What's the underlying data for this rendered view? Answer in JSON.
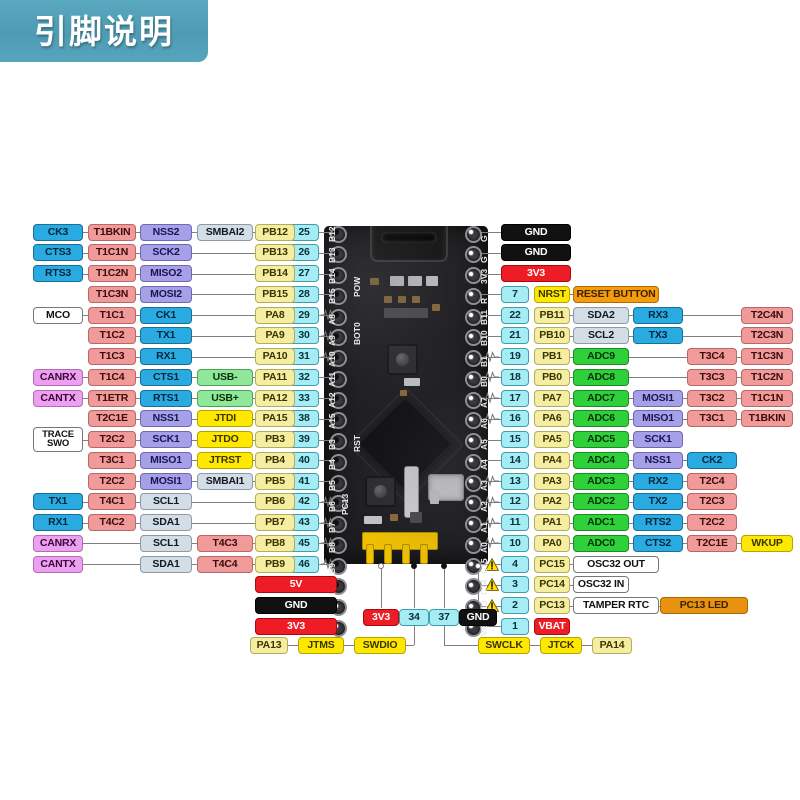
{
  "banner": {
    "title": "引脚说明"
  },
  "board": {
    "silk_left": [
      "B12",
      "B13",
      "B14",
      "B15",
      "A8",
      "A9",
      "A10",
      "A11",
      "A12",
      "A15",
      "B3",
      "B4",
      "B5",
      "B6",
      "B7",
      "B8",
      "B9",
      "5V",
      "G",
      "3V3"
    ],
    "silk_right": [
      "G",
      "G",
      "3V3",
      "R",
      "B11",
      "B10",
      "B1",
      "B0",
      "A7",
      "A6",
      "A5",
      "A4",
      "A3",
      "A2",
      "A1",
      "A0",
      "C15",
      "C14",
      "C13",
      "VB"
    ],
    "silk_marks": [
      "POW",
      "BOT0",
      "RST",
      "PC13"
    ]
  },
  "left_rows": [
    {
      "pin": "25",
      "name": "PB12",
      "c4": "SMBAI2",
      "c4c": "c-gray",
      "c3": "NSS2",
      "c3c": "c-purple",
      "c2": "T1BKIN",
      "c1": "CK3",
      "c1c": "c-cyanD",
      "wave": false
    },
    {
      "pin": "26",
      "name": "PB13",
      "c4": "",
      "c4c": "",
      "c3": "SCK2",
      "c3c": "c-purple",
      "c2": "T1C1N",
      "c1": "CTS3",
      "c1c": "c-cyanD",
      "wave": false
    },
    {
      "pin": "27",
      "name": "PB14",
      "c4": "",
      "c4c": "",
      "c3": "MISO2",
      "c3c": "c-purple",
      "c2": "T1C2N",
      "c1": "RTS3",
      "c1c": "c-cyanD",
      "wave": false
    },
    {
      "pin": "28",
      "name": "PB15",
      "c4": "",
      "c4c": "",
      "c3": "MOSI2",
      "c3c": "c-purple",
      "c2": "T1C3N",
      "c1": "",
      "c1c": "",
      "wave": false
    },
    {
      "pin": "29",
      "name": "PA8",
      "c4": "",
      "c4c": "",
      "c3": "CK1",
      "c3c": "c-cyanD",
      "c2": "T1C1",
      "c1": "MCO",
      "c1c": "c-white",
      "wave": true
    },
    {
      "pin": "30",
      "name": "PA9",
      "c4": "",
      "c4c": "",
      "c3": "TX1",
      "c3c": "c-cyanD",
      "c2": "T1C2",
      "c1": "",
      "c1c": "",
      "wave": true
    },
    {
      "pin": "31",
      "name": "PA10",
      "c4": "",
      "c4c": "",
      "c3": "RX1",
      "c3c": "c-cyanD",
      "c2": "T1C3",
      "c1": "",
      "c1c": "",
      "wave": true
    },
    {
      "pin": "32",
      "name": "PA11",
      "c4": "USB-",
      "c4c": "c-greenL",
      "c3": "CTS1",
      "c3c": "c-cyanD",
      "c2": "T1C4",
      "c1": "CANRX",
      "c1c": "c-pink",
      "wave": false
    },
    {
      "pin": "33",
      "name": "PA12",
      "c4": "USB+",
      "c4c": "c-greenL",
      "c3": "RTS1",
      "c3c": "c-cyanD",
      "c2": "T1ETR",
      "c1": "CANTX",
      "c1c": "c-pink",
      "wave": false
    },
    {
      "pin": "38",
      "name": "PA15",
      "c4": "JTDI",
      "c4c": "c-yellowB",
      "c3": "NSS1",
      "c3c": "c-purple",
      "c2": "T2C1E",
      "c1": "",
      "c1c": "",
      "wave": false
    },
    {
      "pin": "39",
      "name": "PB3",
      "c4": "JTDO",
      "c4c": "c-yellowB",
      "c3": "SCK1",
      "c3c": "c-purple",
      "c2": "T2C2",
      "c1": "TRACE SWO",
      "c1c": "c-white",
      "wave": false
    },
    {
      "pin": "40",
      "name": "PB4",
      "c4": "JTRST",
      "c4c": "c-yellowB",
      "c3": "MISO1",
      "c3c": "c-purple",
      "c2": "T3C1",
      "c1": "",
      "c1c": "",
      "wave": false
    },
    {
      "pin": "41",
      "name": "PB5",
      "c4": "SMBAI1",
      "c4c": "c-gray",
      "c3": "MOSI1",
      "c3c": "c-purple",
      "c2": "T2C2",
      "c1": "",
      "c1c": "",
      "wave": false
    },
    {
      "pin": "42",
      "name": "PB6",
      "c4": "",
      "c4c": "",
      "c3": "SCL1",
      "c3c": "c-gray",
      "c2": "T4C1",
      "c1": "TX1",
      "c1c": "c-cyanD",
      "wave": true
    },
    {
      "pin": "43",
      "name": "PB7",
      "c4": "",
      "c4c": "",
      "c3": "SDA1",
      "c3c": "c-gray",
      "c2": "T4C2",
      "c1": "RX1",
      "c1c": "c-cyanD",
      "wave": true
    },
    {
      "pin": "45",
      "name": "PB8",
      "c4": "T4C3",
      "c4c": "c-red",
      "c3": "SCL1",
      "c3c": "c-gray",
      "c2": "",
      "c1": "CANRX",
      "c1c": "c-pink",
      "wave": true
    },
    {
      "pin": "46",
      "name": "PB9",
      "c4": "T4C4",
      "c4c": "c-red",
      "c3": "SDA1",
      "c3c": "c-gray",
      "c2": "",
      "c1": "CANTX",
      "c1c": "c-pink",
      "wave": true
    }
  ],
  "left_power": [
    {
      "label": "5V",
      "color": "c-redP"
    },
    {
      "label": "GND",
      "color": "c-black"
    },
    {
      "label": "3V3",
      "color": "c-redP"
    }
  ],
  "right_power": [
    {
      "label": "GND",
      "color": "c-black"
    },
    {
      "label": "GND",
      "color": "c-black"
    },
    {
      "label": "3V3",
      "color": "c-redP"
    }
  ],
  "right_rows": [
    {
      "pin": "7",
      "name": "NRST",
      "namec": "c-yellowB",
      "c3": "RESET BUTTON",
      "c3c": "c-orange",
      "c4": "",
      "c4c": "",
      "c5": "",
      "c5c": "",
      "c6": "",
      "c6c": "",
      "wave": false,
      "warn": false
    },
    {
      "pin": "22",
      "name": "PB11",
      "namec": "c-yellow",
      "c3": "SDA2",
      "c3c": "c-gray",
      "c4": "RX3",
      "c4c": "c-cyanD",
      "c5": "",
      "c5c": "",
      "c6": "T2C4N",
      "c6c": "c-red",
      "wave": false,
      "warn": false
    },
    {
      "pin": "21",
      "name": "PB10",
      "namec": "c-yellow",
      "c3": "SCL2",
      "c3c": "c-gray",
      "c4": "TX3",
      "c4c": "c-cyanD",
      "c5": "",
      "c5c": "",
      "c6": "T2C3N",
      "c6c": "c-red",
      "wave": false,
      "warn": false
    },
    {
      "pin": "19",
      "name": "PB1",
      "namec": "c-yellow",
      "c3": "ADC9",
      "c3c": "c-green",
      "c4": "",
      "c4c": "",
      "c5": "T3C4",
      "c5c": "c-red",
      "c6": "T1C3N",
      "c6c": "c-red",
      "wave": true,
      "warn": false
    },
    {
      "pin": "18",
      "name": "PB0",
      "namec": "c-yellow",
      "c3": "ADC8",
      "c3c": "c-green",
      "c4": "",
      "c4c": "",
      "c5": "T3C3",
      "c5c": "c-red",
      "c6": "T1C2N",
      "c6c": "c-red",
      "wave": true,
      "warn": false
    },
    {
      "pin": "17",
      "name": "PA7",
      "namec": "c-yellow",
      "c3": "ADC7",
      "c3c": "c-green",
      "c4": "MOSI1",
      "c4c": "c-purple",
      "c5": "T3C2",
      "c5c": "c-red",
      "c6": "T1C1N",
      "c6c": "c-red",
      "wave": true,
      "warn": false
    },
    {
      "pin": "16",
      "name": "PA6",
      "namec": "c-yellow",
      "c3": "ADC6",
      "c3c": "c-green",
      "c4": "MISO1",
      "c4c": "c-purple",
      "c5": "T3C1",
      "c5c": "c-red",
      "c6": "T1BKIN",
      "c6c": "c-red",
      "wave": true,
      "warn": false
    },
    {
      "pin": "15",
      "name": "PA5",
      "namec": "c-yellow",
      "c3": "ADC5",
      "c3c": "c-green",
      "c4": "SCK1",
      "c4c": "c-purple",
      "c5": "",
      "c5c": "",
      "c6": "",
      "c6c": "",
      "wave": false,
      "warn": false
    },
    {
      "pin": "14",
      "name": "PA4",
      "namec": "c-yellow",
      "c3": "ADC4",
      "c3c": "c-green",
      "c4": "NSS1",
      "c4c": "c-purple",
      "c5": "CK2",
      "c5c": "c-cyanD",
      "c6": "",
      "c6c": "",
      "wave": false,
      "warn": false
    },
    {
      "pin": "13",
      "name": "PA3",
      "namec": "c-yellow",
      "c3": "ADC3",
      "c3c": "c-green",
      "c4": "RX2",
      "c4c": "c-cyanD",
      "c5": "T2C4",
      "c5c": "c-red",
      "c6": "",
      "c6c": "",
      "wave": true,
      "warn": false
    },
    {
      "pin": "12",
      "name": "PA2",
      "namec": "c-yellow",
      "c3": "ADC2",
      "c3c": "c-green",
      "c4": "TX2",
      "c4c": "c-cyanD",
      "c5": "T2C3",
      "c5c": "c-red",
      "c6": "",
      "c6c": "",
      "wave": true,
      "warn": false
    },
    {
      "pin": "11",
      "name": "PA1",
      "namec": "c-yellow",
      "c3": "ADC1",
      "c3c": "c-green",
      "c4": "RTS2",
      "c4c": "c-cyanD",
      "c5": "T2C2",
      "c5c": "c-red",
      "c6": "",
      "c6c": "",
      "wave": true,
      "warn": false
    },
    {
      "pin": "10",
      "name": "PA0",
      "namec": "c-yellow",
      "c3": "ADC0",
      "c3c": "c-green",
      "c4": "CTS2",
      "c4c": "c-cyanD",
      "c5": "T2C1E",
      "c5c": "c-red",
      "c6": "WKUP",
      "c6c": "c-yellowB",
      "wave": true,
      "warn": false
    },
    {
      "pin": "4",
      "name": "PC15",
      "namec": "c-yellow",
      "c3": "OSC32 OUT",
      "c3c": "c-white",
      "c4": "",
      "c4c": "",
      "c5": "",
      "c5c": "",
      "c6": "",
      "c6c": "",
      "wave": false,
      "warn": true
    },
    {
      "pin": "3",
      "name": "PC14",
      "namec": "c-yellow",
      "c3": "OSC32 IN",
      "c3c": "c-white",
      "c4": "",
      "c4c": "",
      "c5": "",
      "c5c": "",
      "c6": "",
      "c6c": "",
      "wave": false,
      "warn": true
    },
    {
      "pin": "2",
      "name": "PC13",
      "namec": "c-yellow",
      "c3": "TAMPER RTC",
      "c3c": "c-white",
      "c4": "PC13 LED",
      "c4c": "c-orangeD",
      "c5": "",
      "c5c": "",
      "c6": "",
      "c6c": "",
      "wave": false,
      "warn": true
    },
    {
      "pin": "1",
      "name": "VBAT",
      "namec": "c-redP",
      "c3": "",
      "c3c": "",
      "c4": "",
      "c4c": "",
      "c5": "",
      "c5c": "",
      "c6": "",
      "c6c": "",
      "wave": false,
      "warn": false
    }
  ],
  "swd_row": {
    "pins": [
      {
        "label": "3V3",
        "color": "c-redP"
      },
      {
        "label": "34",
        "color": "c-cyanL"
      },
      {
        "label": "37",
        "color": "c-cyanL"
      },
      {
        "label": "GND",
        "color": "c-black"
      }
    ],
    "left": [
      {
        "label": "PA13",
        "color": "c-yellow"
      },
      {
        "label": "JTMS",
        "color": "c-yellowB"
      },
      {
        "label": "SWDIO",
        "color": "c-yellowB"
      }
    ],
    "right": [
      {
        "label": "SWCLK",
        "color": "c-yellowB"
      },
      {
        "label": "JTCK",
        "color": "c-yellowB"
      },
      {
        "label": "PA14",
        "color": "c-yellow"
      }
    ]
  }
}
